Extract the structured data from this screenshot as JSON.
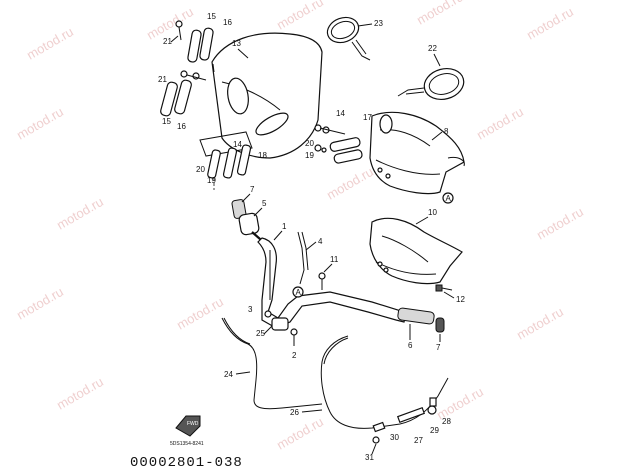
{
  "watermark": {
    "text": "motod.ru"
  },
  "document_code": "00002801-038",
  "fwd_label": "FWD",
  "fwd_code": "5DS1354-8241",
  "callout_circle": "A",
  "callouts": {
    "c1": "1",
    "c2": "2",
    "c3": "3",
    "c4": "4",
    "c5": "5",
    "c6": "6",
    "c7": "7",
    "c8": "8",
    "c10": "10",
    "c11": "11",
    "c12": "12",
    "c13": "13",
    "c14": "14",
    "c15": "15",
    "c16": "16",
    "c17": "17",
    "c18": "18",
    "c19": "19",
    "c20": "20",
    "c21": "21",
    "c22": "22",
    "c23": "23",
    "c24": "24",
    "c25": "25",
    "c26": "26",
    "c27": "27",
    "c28": "28",
    "c29": "29",
    "c30": "30",
    "c31": "31"
  }
}
